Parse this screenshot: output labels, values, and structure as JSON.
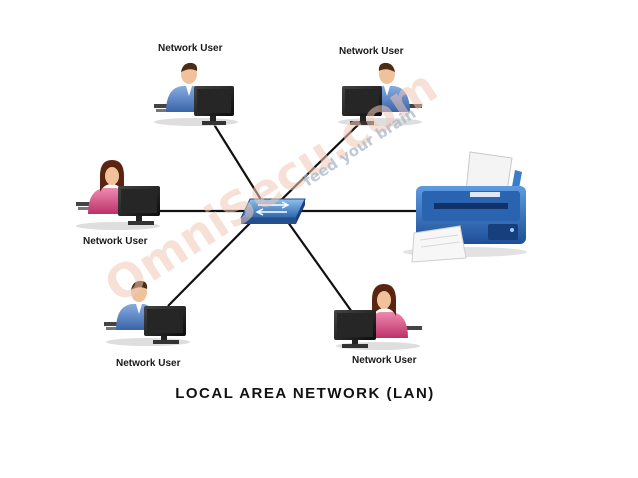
{
  "diagram": {
    "title": "LOCAL AREA NETWORK (LAN)",
    "hub": "switch",
    "nodes": [
      {
        "id": "user-top-left",
        "label": "Network User",
        "person": "male"
      },
      {
        "id": "user-top-right",
        "label": "Network User",
        "person": "male"
      },
      {
        "id": "user-mid-left",
        "label": "Network User",
        "person": "female"
      },
      {
        "id": "user-bottom-left",
        "label": "Network User",
        "person": "male"
      },
      {
        "id": "user-bottom-right",
        "label": "Network User",
        "person": "female"
      },
      {
        "id": "printer",
        "label": "",
        "device": "printer"
      }
    ],
    "edges": [
      [
        "switch",
        "user-top-left"
      ],
      [
        "switch",
        "user-top-right"
      ],
      [
        "switch",
        "user-mid-left"
      ],
      [
        "switch",
        "user-bottom-left"
      ],
      [
        "switch",
        "user-bottom-right"
      ],
      [
        "switch",
        "printer"
      ]
    ]
  },
  "watermark": {
    "text": "OmniSecu.com",
    "tagline": "feed your brain"
  },
  "colors": {
    "link": "#111111",
    "switch": "#3d7fc6",
    "male_shirt": "#5b86c4",
    "female_shirt": "#d4527f",
    "printer_body": "#2e6fb6"
  },
  "icons": {
    "user": "person-at-computer",
    "hub": "network-switch",
    "printer": "printer"
  }
}
